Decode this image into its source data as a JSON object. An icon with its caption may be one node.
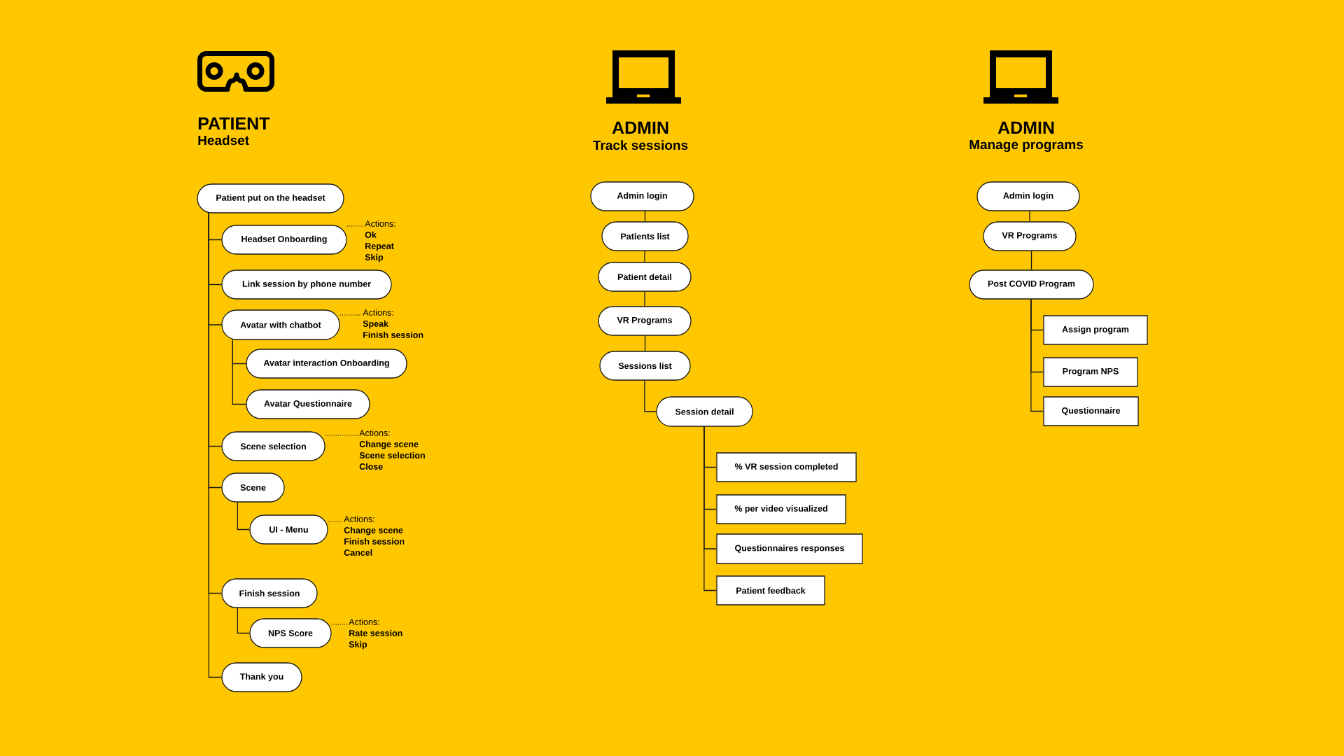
{
  "diagram": {
    "nodes": [
      {
        "text": [
          "Patient put on the headset"
        ]
      },
      {
        "text": [
          "Headset Onboarding"
        ]
      },
      {
        "text": [
          "Actions:",
          "Ok",
          "Repeat",
          "Skip"
        ]
      },
      {
        "text": [
          "Link session by phone number"
        ]
      },
      {
        "text": [
          "Avatar with chatbot"
        ]
      },
      {
        "text": [
          "Actions:",
          "Speak",
          "Finish session"
        ]
      },
      {
        "text": [
          "Avatar interaction Onboarding"
        ]
      },
      {
        "text": [
          "Avatar Questionnaire"
        ]
      },
      {
        "text": [
          "Scene selection"
        ]
      },
      {
        "text": [
          "Actions:",
          "Change scene",
          "Scene selection",
          "Close"
        ]
      },
      {
        "text": [
          "Scene"
        ]
      },
      {
        "text": [
          "UI - Menu"
        ]
      },
      {
        "text": [
          "Actions:",
          "Change scene",
          "Finish session",
          "Cancel"
        ]
      },
      {
        "text": [
          "Finish session"
        ]
      },
      {
        "text": [
          "NPS Score"
        ]
      },
      {
        "text": [
          "Actions:",
          "Rate session",
          "Skip"
        ]
      },
      {
        "text": [
          "Thank you"
        ]
      },
      {
        "text": [
          "Admin login"
        ]
      },
      {
        "text": [
          "Patients list"
        ]
      },
      {
        "text": [
          "Patient detail"
        ]
      },
      {
        "text": [
          "VR Programs"
        ]
      },
      {
        "text": [
          "Sessions list"
        ]
      },
      {
        "text": [
          "Session detail"
        ]
      },
      {
        "text": [
          "% VR session completed"
        ]
      },
      {
        "text": [
          "% per video visualized"
        ]
      },
      {
        "text": [
          "Questionnaires responses"
        ]
      },
      {
        "text": [
          "Patient feedback"
        ]
      },
      {
        "text": [
          "Admin login"
        ]
      },
      {
        "text": [
          "VR Programs"
        ]
      },
      {
        "text": [
          "Post COVID Program"
        ]
      },
      {
        "text": [
          "Assign program"
        ]
      },
      {
        "text": [
          "Program NPS"
        ]
      },
      {
        "text": [
          "Questionnaire"
        ]
      }
    ],
    "edges": [
      {
        "from": 0,
        "to": 1,
        "arrow": "none"
      },
      {
        "from": 1,
        "to": 2,
        "arrow": "none",
        "style": "dashed"
      },
      {
        "from": 0,
        "to": 3,
        "arrow": "none"
      },
      {
        "from": 0,
        "to": 4,
        "arrow": "none"
      },
      {
        "from": 4,
        "to": 5,
        "arrow": "none",
        "style": "dashed"
      },
      {
        "from": 4,
        "to": 6,
        "arrow": "none"
      },
      {
        "from": 4,
        "to": 7,
        "arrow": "none"
      },
      {
        "from": 0,
        "to": 8,
        "arrow": "none"
      },
      {
        "from": 8,
        "to": 9,
        "arrow": "none",
        "style": "dashed"
      },
      {
        "from": 0,
        "to": 10,
        "arrow": "none"
      },
      {
        "from": 10,
        "to": 11,
        "arrow": "none"
      },
      {
        "from": 11,
        "to": 12,
        "arrow": "none",
        "style": "dashed"
      },
      {
        "from": 0,
        "to": 13,
        "arrow": "none"
      },
      {
        "from": 13,
        "to": 14,
        "arrow": "none"
      },
      {
        "from": 14,
        "to": 15,
        "arrow": "none",
        "style": "dashed"
      },
      {
        "from": 0,
        "to": 16,
        "arrow": "none"
      },
      {
        "from": 17,
        "to": 18,
        "arrow": "none"
      },
      {
        "from": 18,
        "to": 19,
        "arrow": "none"
      },
      {
        "from": 19,
        "to": 20,
        "arrow": "none"
      },
      {
        "from": 20,
        "to": 21,
        "arrow": "none"
      },
      {
        "from": 21,
        "to": 22,
        "arrow": "none"
      },
      {
        "from": 22,
        "to": 23,
        "arrow": "none"
      },
      {
        "from": 22,
        "to": 24,
        "arrow": "none"
      },
      {
        "from": 22,
        "to": 25,
        "arrow": "none"
      },
      {
        "from": 22,
        "to": 26,
        "arrow": "none"
      },
      {
        "from": 27,
        "to": 28,
        "arrow": "none"
      },
      {
        "from": 28,
        "to": 29,
        "arrow": "none"
      },
      {
        "from": 29,
        "to": 30,
        "arrow": "none"
      },
      {
        "from": 29,
        "to": 31,
        "arrow": "none"
      },
      {
        "from": 29,
        "to": 32,
        "arrow": "none"
      }
    ],
    "labels": [
      "PATIENT",
      "Headset",
      "ADMIN",
      "Track sessions",
      "ADMIN",
      "Manage programs"
    ]
  }
}
